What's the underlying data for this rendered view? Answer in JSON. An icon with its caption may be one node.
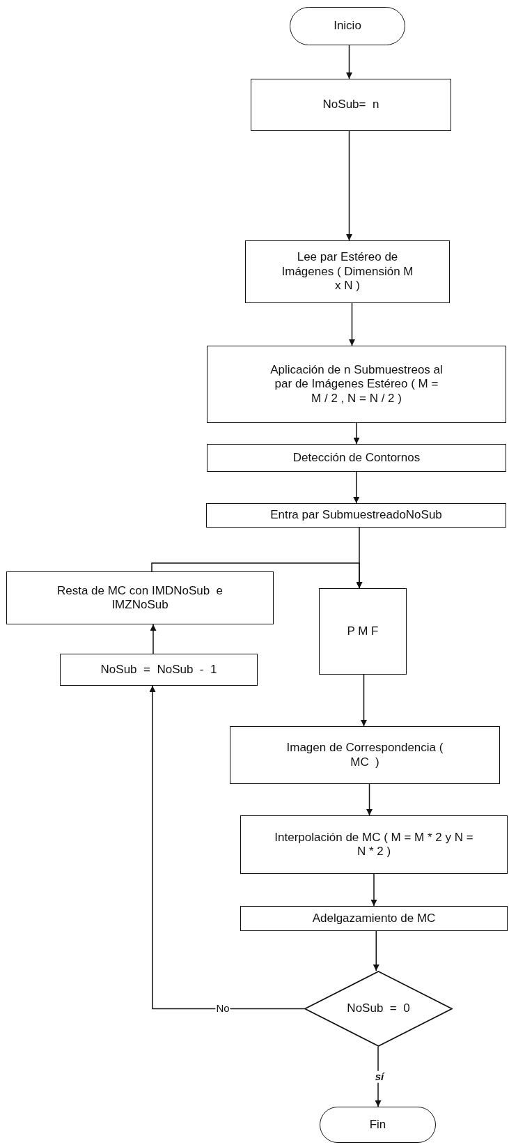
{
  "diagram": {
    "nodes": [
      {
        "text": [
          "Inicio"
        ]
      },
      {
        "text": [
          "NoSub=  n"
        ]
      },
      {
        "text": [
          "Lee par Estéreo de Imágenes ( Dimensión M x N )"
        ]
      },
      {
        "text": [
          "Aplicación de n Submuestreos al par de Imágenes Estéreo ( M = M / 2 , N = N / 2 )"
        ]
      },
      {
        "text": [
          "Detección de Contornos"
        ]
      },
      {
        "text": [
          "Entra par SubmuestreadoNoSub"
        ]
      },
      {
        "text": [
          "Resta de MC con IMDNoSub  e IMZNoSub"
        ]
      },
      {
        "text": [
          "P M F"
        ]
      },
      {
        "text": [
          "NoSub  =  NoSub  -  1"
        ]
      },
      {
        "text": [
          "Imagen de Correspondencia (  MC  )"
        ]
      },
      {
        "text": [
          "Interpolación de MC ( M = M * 2 y N = N * 2 )"
        ]
      },
      {
        "text": [
          "Adelgazamiento de MC"
        ]
      },
      {
        "text": [
          "NoSub  =  0"
        ]
      },
      {
        "text": [
          "Fin"
        ]
      }
    ],
    "edges": [
      {
        "from": 0,
        "to": 1,
        "arrow": "to"
      },
      {
        "from": 1,
        "to": 2,
        "arrow": "to"
      },
      {
        "from": 2,
        "to": 3,
        "arrow": "to"
      },
      {
        "from": 3,
        "to": 4,
        "arrow": "to"
      },
      {
        "from": 4,
        "to": 5,
        "arrow": "to"
      },
      {
        "from": 5,
        "to": 7,
        "arrow": "to"
      },
      {
        "from": 6,
        "to": 7,
        "arrow": "to"
      },
      {
        "from": 8,
        "to": 6,
        "arrow": "to"
      },
      {
        "from": 12,
        "to": 8,
        "arrow": "to",
        "label": "No"
      },
      {
        "from": 7,
        "to": 9,
        "arrow": "to"
      },
      {
        "from": 9,
        "to": 10,
        "arrow": "to"
      },
      {
        "from": 10,
        "to": 11,
        "arrow": "to"
      },
      {
        "from": 11,
        "to": 12,
        "arrow": "to"
      },
      {
        "from": 12,
        "to": 13,
        "arrow": "to",
        "label": "sí"
      }
    ]
  }
}
